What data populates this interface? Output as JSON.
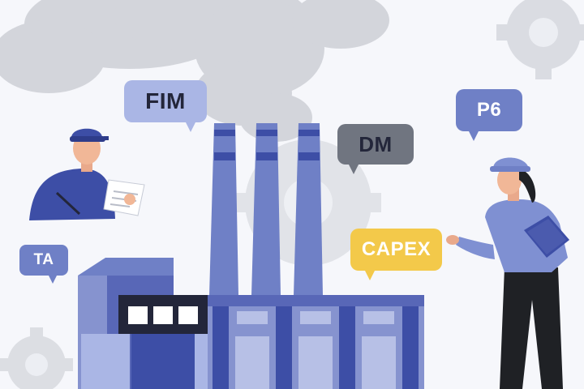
{
  "scene": {
    "description_icons": [
      "gear-icon",
      "factory",
      "chimney",
      "worker-man",
      "worker-woman",
      "clipboard"
    ],
    "colors": {
      "factory_blue": "#6f80c6",
      "factory_dark_blue": "#3d4ea6",
      "bubble_light_blue": "#aab6e5",
      "bubble_gray": "#707580",
      "bubble_yellow": "#f3c94a",
      "smoke_gray": "#d3d5db"
    }
  },
  "bubbles": {
    "fim": "FIM",
    "dm": "DM",
    "p6": "P6",
    "capex": "CAPEX",
    "ta": "TA"
  }
}
